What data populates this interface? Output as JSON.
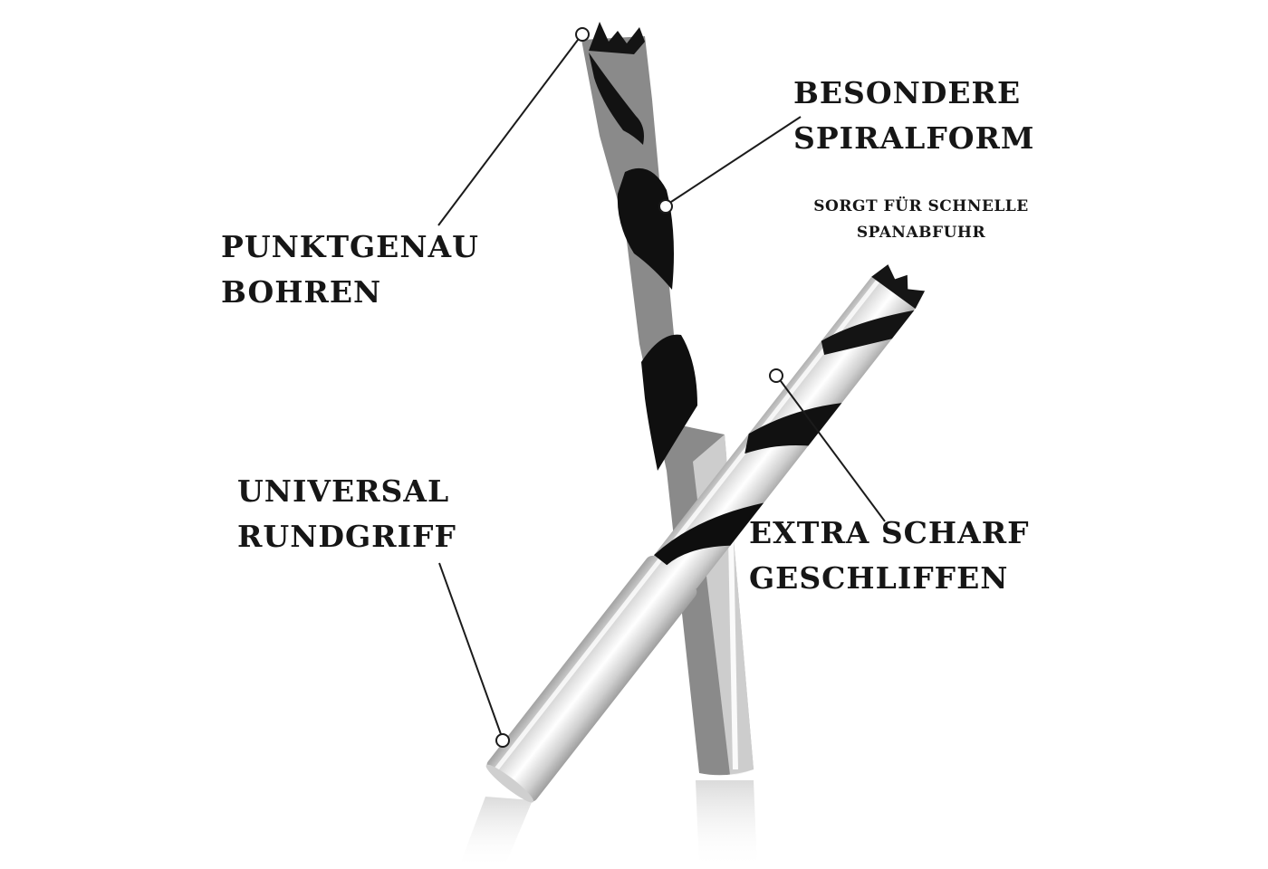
{
  "callouts": {
    "punktgenau": {
      "line1": "PUNKTGENAU",
      "line2": "BOHREN"
    },
    "spiralform": {
      "line1": "BESONDERE",
      "line2": "SPIRALFORM",
      "note1": "SORGT FÜR SCHNELLE",
      "note2": "SPANABFUHR"
    },
    "rundgriff": {
      "line1": "UNIVERSAL",
      "line2": "RUNDGRIFF"
    },
    "scharf": {
      "line1": "EXTRA SCHARF",
      "line2": "GESCHLIFFEN"
    }
  },
  "colors": {
    "text": "#161616",
    "steel_light": "#f4f4f4",
    "steel_mid": "#c8c8c8",
    "steel_dark": "#8a8a8a",
    "flute": "#111111"
  }
}
